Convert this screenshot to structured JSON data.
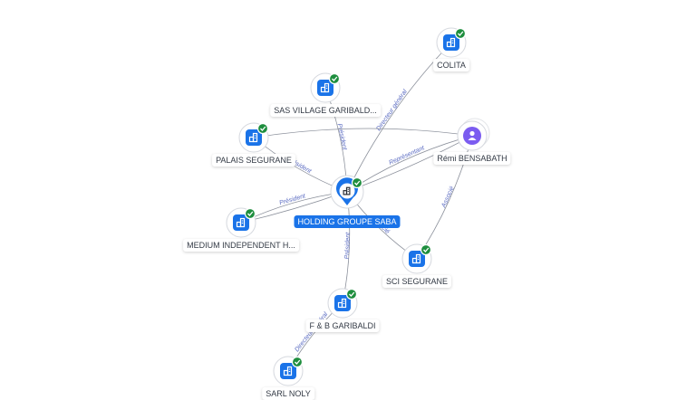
{
  "graph": {
    "center": {
      "id": "holding",
      "label": "HOLDING GROUPE SABA"
    },
    "nodes": [
      {
        "id": "colita",
        "label": "COLITA",
        "type": "company",
        "verified": true
      },
      {
        "id": "sas",
        "label": "SAS VILLAGE GARIBALD...",
        "type": "company",
        "verified": true
      },
      {
        "id": "palais",
        "label": "PALAIS SEGURANE",
        "type": "company",
        "verified": true
      },
      {
        "id": "medium",
        "label": "MEDIUM INDEPENDENT H...",
        "type": "company",
        "verified": true
      },
      {
        "id": "remi",
        "label": "Rémi BENSABATH",
        "type": "person",
        "verified": false
      },
      {
        "id": "sci",
        "label": "SCI SEGURANE",
        "type": "company",
        "verified": true
      },
      {
        "id": "fb",
        "label": "F & B GARIBALDI",
        "type": "company",
        "verified": true
      },
      {
        "id": "noly",
        "label": "SARL NOLY",
        "type": "company",
        "verified": true
      }
    ],
    "edges": [
      {
        "from": "holding",
        "to": "colita",
        "label": "Directeur général"
      },
      {
        "from": "holding",
        "to": "sas",
        "label": "Président"
      },
      {
        "from": "holding",
        "to": "palais",
        "label": "Président"
      },
      {
        "from": "holding",
        "to": "medium",
        "label": "Président"
      },
      {
        "from": "holding",
        "to": "remi",
        "label": "Représentant"
      },
      {
        "from": "holding",
        "to": "sci",
        "label": "Associé"
      },
      {
        "from": "holding",
        "to": "fb",
        "label": "Président"
      },
      {
        "from": "fb",
        "to": "noly",
        "label": "Directeur général"
      },
      {
        "from": "remi",
        "to": "sci",
        "label": "Associé"
      },
      {
        "from": "remi",
        "to": "palais",
        "label": ""
      },
      {
        "from": "remi",
        "to": "medium",
        "label": ""
      }
    ]
  },
  "colors": {
    "accent": "#1a73e8",
    "verified": "#1e8e3e",
    "person": "#7b5cf0",
    "edge": "#8a8f9a",
    "edge_label": "#5a6bc2"
  },
  "icons": {
    "company": "building-icon",
    "person": "person-icon",
    "verified": "check-icon",
    "center": "map-pin-icon"
  }
}
